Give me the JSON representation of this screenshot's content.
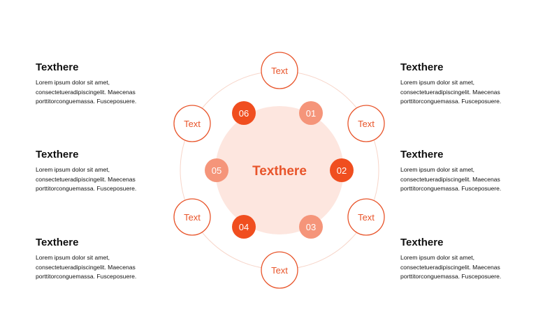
{
  "center": {
    "label": "Texthere"
  },
  "outer_nodes": [
    {
      "label": "Text"
    },
    {
      "label": "Text"
    },
    {
      "label": "Text"
    },
    {
      "label": "Text"
    },
    {
      "label": "Text"
    },
    {
      "label": "Text"
    }
  ],
  "number_nodes": [
    {
      "label": "01",
      "tone": "light"
    },
    {
      "label": "02",
      "tone": "dark"
    },
    {
      "label": "03",
      "tone": "light"
    },
    {
      "label": "04",
      "tone": "dark"
    },
    {
      "label": "05",
      "tone": "light"
    },
    {
      "label": "06",
      "tone": "dark"
    }
  ],
  "left_blocks": [
    {
      "title": "Texthere",
      "body": "Lorem ipsum  dolor sit amet,\nconsectetueradipiscingelit.  Maecenas\nporttitorconguemassa.  Fusceposuere."
    },
    {
      "title": "Texthere",
      "body": "Lorem ipsum  dolor sit amet,\nconsectetueradipiscingelit.  Maecenas\nporttitorconguemassa.  Fusceposuere."
    },
    {
      "title": "Texthere",
      "body": "Lorem ipsum  dolor sit amet,\nconsectetueradipiscingelit.  Maecenas\nporttitorconguemassa.  Fusceposuere."
    }
  ],
  "right_blocks": [
    {
      "title": "Texthere",
      "body": "Lorem ipsum  dolor sit amet,\nconsectetueradipiscingelit.  Maecenas\nporttitorconguemassa.  Fusceposuere."
    },
    {
      "title": "Texthere",
      "body": "Lorem ipsum  dolor sit amet,\nconsectetueradipiscingelit.  Maecenas\nporttitorconguemassa.  Fusceposuere."
    },
    {
      "title": "Texthere",
      "body": "Lorem ipsum  dolor sit amet,\nconsectetueradipiscingelit.  Maecenas\nporttitorconguemassa.  Fusceposuere."
    }
  ],
  "colors": {
    "accent": "#e8542a",
    "accent_dark": "#f04e1f",
    "accent_light": "#f5957a",
    "center_fill": "#fde6df",
    "ring": "#f7d5c9"
  }
}
